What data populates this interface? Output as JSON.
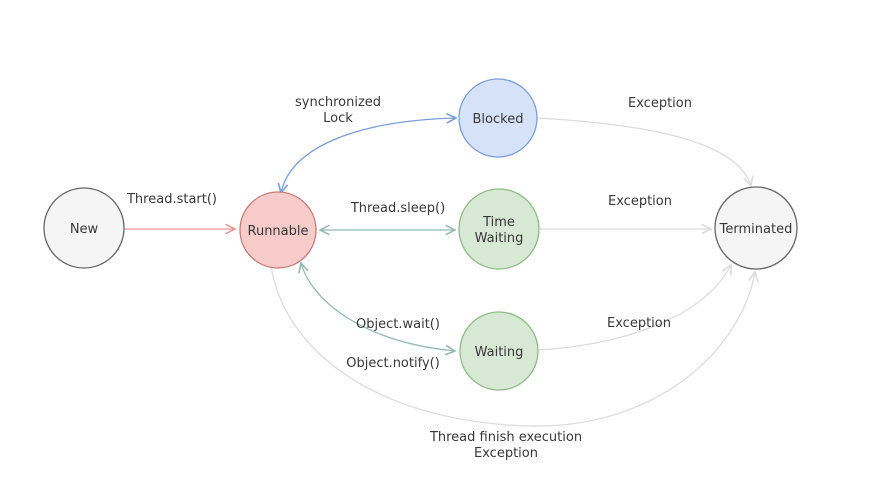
{
  "diagram": {
    "type": "state-diagram",
    "nodes": {
      "new": {
        "label": "New"
      },
      "runnable": {
        "label": "Runnable"
      },
      "blocked": {
        "label": "Blocked"
      },
      "time_waiting": {
        "label_line1": "Time",
        "label_line2": "Waiting"
      },
      "waiting": {
        "label": "Waiting"
      },
      "terminated": {
        "label": "Terminated"
      }
    },
    "edges": {
      "thread_start": {
        "label": "Thread.start()"
      },
      "synchronized_lock": {
        "label_line1": "synchronized",
        "label_line2": "Lock"
      },
      "thread_sleep": {
        "label": "Thread.sleep()"
      },
      "object_wait": {
        "label": "Object.wait()"
      },
      "object_notify": {
        "label": "Object.notify()"
      },
      "blocked_exception": {
        "label": "Exception"
      },
      "time_waiting_exception": {
        "label": "Exception"
      },
      "waiting_exception": {
        "label": "Exception"
      },
      "thread_finish": {
        "label_line1": "Thread finish execution",
        "label_line2": "Exception"
      }
    },
    "colors": {
      "node_gray_fill": "#f5f5f5",
      "node_gray_stroke": "#666666",
      "node_red_fill": "#f6cbc9",
      "node_red_stroke": "#c97a75",
      "node_blue_fill": "#d6e2f7",
      "node_blue_stroke": "#7d9ed9",
      "node_green_fill": "#d7e8d4",
      "node_green_stroke": "#8cbc84",
      "edge_red": "#e59896",
      "edge_blue": "#7b9ed9",
      "edge_teal": "#94bab1",
      "edge_gray": "#dcdcdc",
      "text": "#383838"
    }
  }
}
